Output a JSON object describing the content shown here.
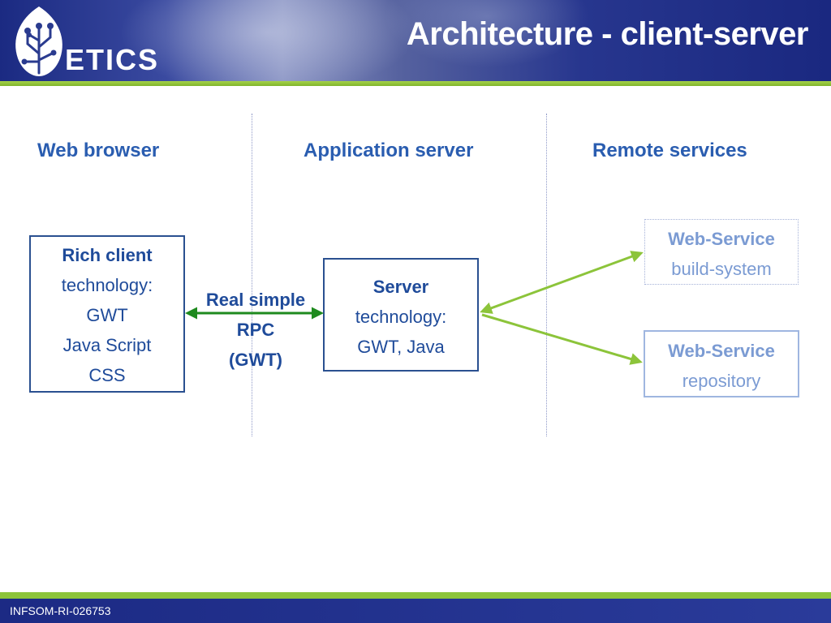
{
  "header": {
    "logo_text": "ETICS",
    "title": "Architecture - client-server"
  },
  "columns": {
    "web_browser": "Web browser",
    "application_server": "Application server",
    "remote_services": "Remote services"
  },
  "rich_client": {
    "title": "Rich client",
    "lines": [
      "technology:",
      "GWT",
      "Java Script",
      "CSS"
    ]
  },
  "rpc_label": {
    "lines": [
      "Real simple",
      "RPC",
      "(GWT)"
    ]
  },
  "server": {
    "title": "Server",
    "lines": [
      "technology:",
      "GWT, Java"
    ]
  },
  "web_service_build": {
    "title": "Web-Service",
    "subtitle": "build-system"
  },
  "web_service_repo": {
    "title": "Web-Service",
    "subtitle": "repository"
  },
  "footer": {
    "text": "INFSOM-RI-026753"
  },
  "colors": {
    "header_blue": "#1b2a82",
    "accent_green": "#8cc43a",
    "heading_blue": "#2a5db0",
    "rpc_arrow": "#1e8a1e",
    "ws_arrow": "#8cc43a"
  }
}
